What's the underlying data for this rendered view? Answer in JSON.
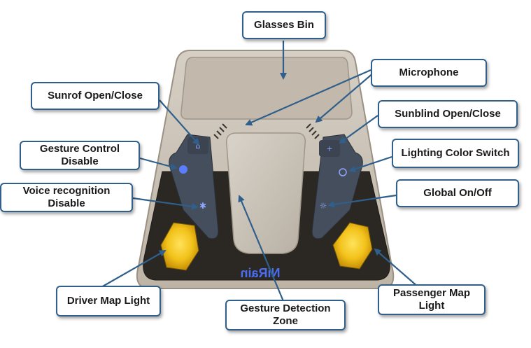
{
  "labels": {
    "glasses_bin": "Glasses Bin",
    "microphone": "Microphone",
    "sunroof": "Sunrof Open/Close",
    "sunblind": "Sunblind Open/Close",
    "gesture_control": "Gesture Control Disable",
    "lighting_color": "Lighting Color Switch",
    "voice_recognition": "Voice recognition Disable",
    "global_onoff": "Global On/Off",
    "driver_map_light": "Driver Map Light",
    "gesture_zone": "Gesture Detection Zone",
    "passenger_map_light": "Passenger Map Light"
  },
  "brand_text": "NiRain",
  "colors": {
    "callout_border": "#2f5f8a",
    "arrow": "#2f5f8a",
    "housing": "#c9c1b4",
    "dark_panel": "#2b2723",
    "lamp": "#f0c419",
    "button": "#454e5c",
    "brand": "#4a6cf0"
  }
}
